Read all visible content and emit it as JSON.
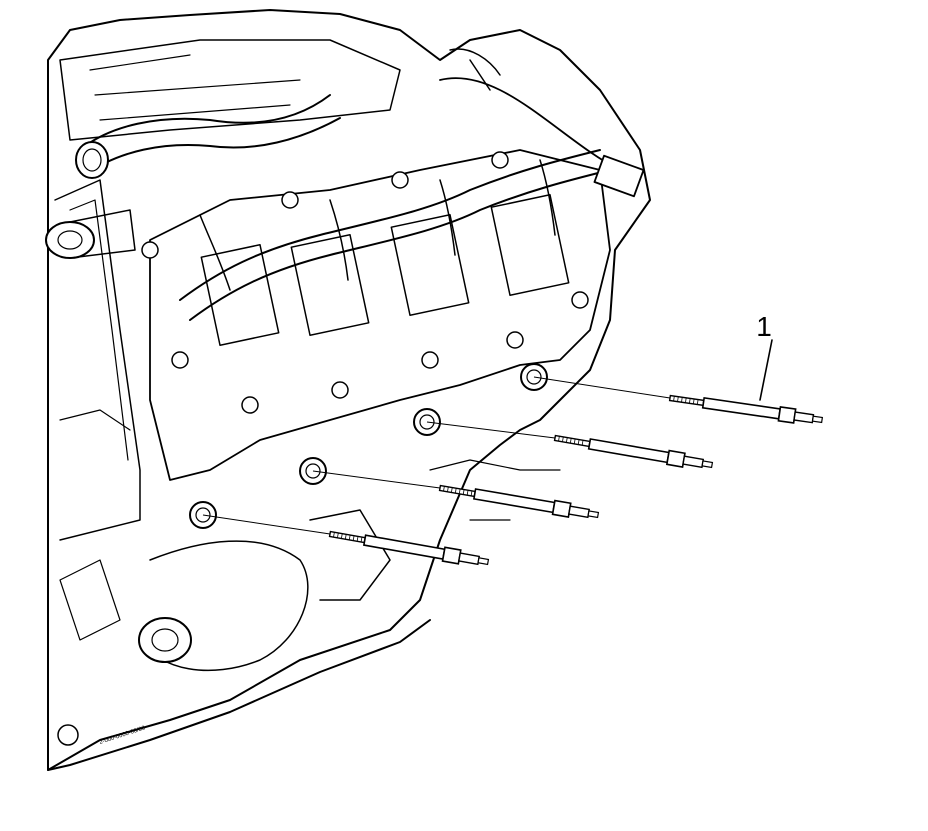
{
  "diagram": {
    "callouts": [
      {
        "id": "1",
        "label": "1",
        "target": "glow-plug"
      }
    ],
    "ink_color": "#000000",
    "paper_color": "#ffffff",
    "glow_plug_count": 4,
    "figure_code": "2-000-0000-00/00"
  }
}
